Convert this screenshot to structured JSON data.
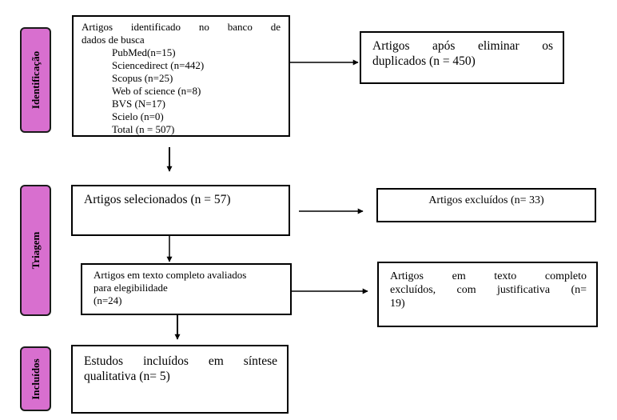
{
  "stages": {
    "identificacao": "Identificação",
    "triagem": "Triagem",
    "incluidos": "Incluídos"
  },
  "identified": {
    "line1": "Artigos identificado no banco de",
    "line2": "dados de busca",
    "sources": [
      "PubMed(n=15)",
      "Sciencedirect (n=442)",
      "Scopus (n=25)",
      "Web of science (n=8)",
      "BVS (N=17)",
      "Scielo (n=0)",
      "Total (n = 507)"
    ]
  },
  "after_duplicates": {
    "line1": "Artigos após eliminar os",
    "line2": "duplicados (n = 450)"
  },
  "selected": "Artigos selecionados (n = 57)",
  "excluded": "Artigos excluídos (n= 33)",
  "fulltext": {
    "line1": "Artigos em texto completo avaliados",
    "line2": "para elegibilidade",
    "line3": "(n=24)"
  },
  "fulltext_excluded": {
    "line1": "Artigos em texto completo",
    "line2": "excluídos, com justificativa (n=",
    "line3": "19)"
  },
  "included": {
    "line1": "Estudos incluídos em síntese",
    "line2": "qualitativa (n= 5)"
  }
}
